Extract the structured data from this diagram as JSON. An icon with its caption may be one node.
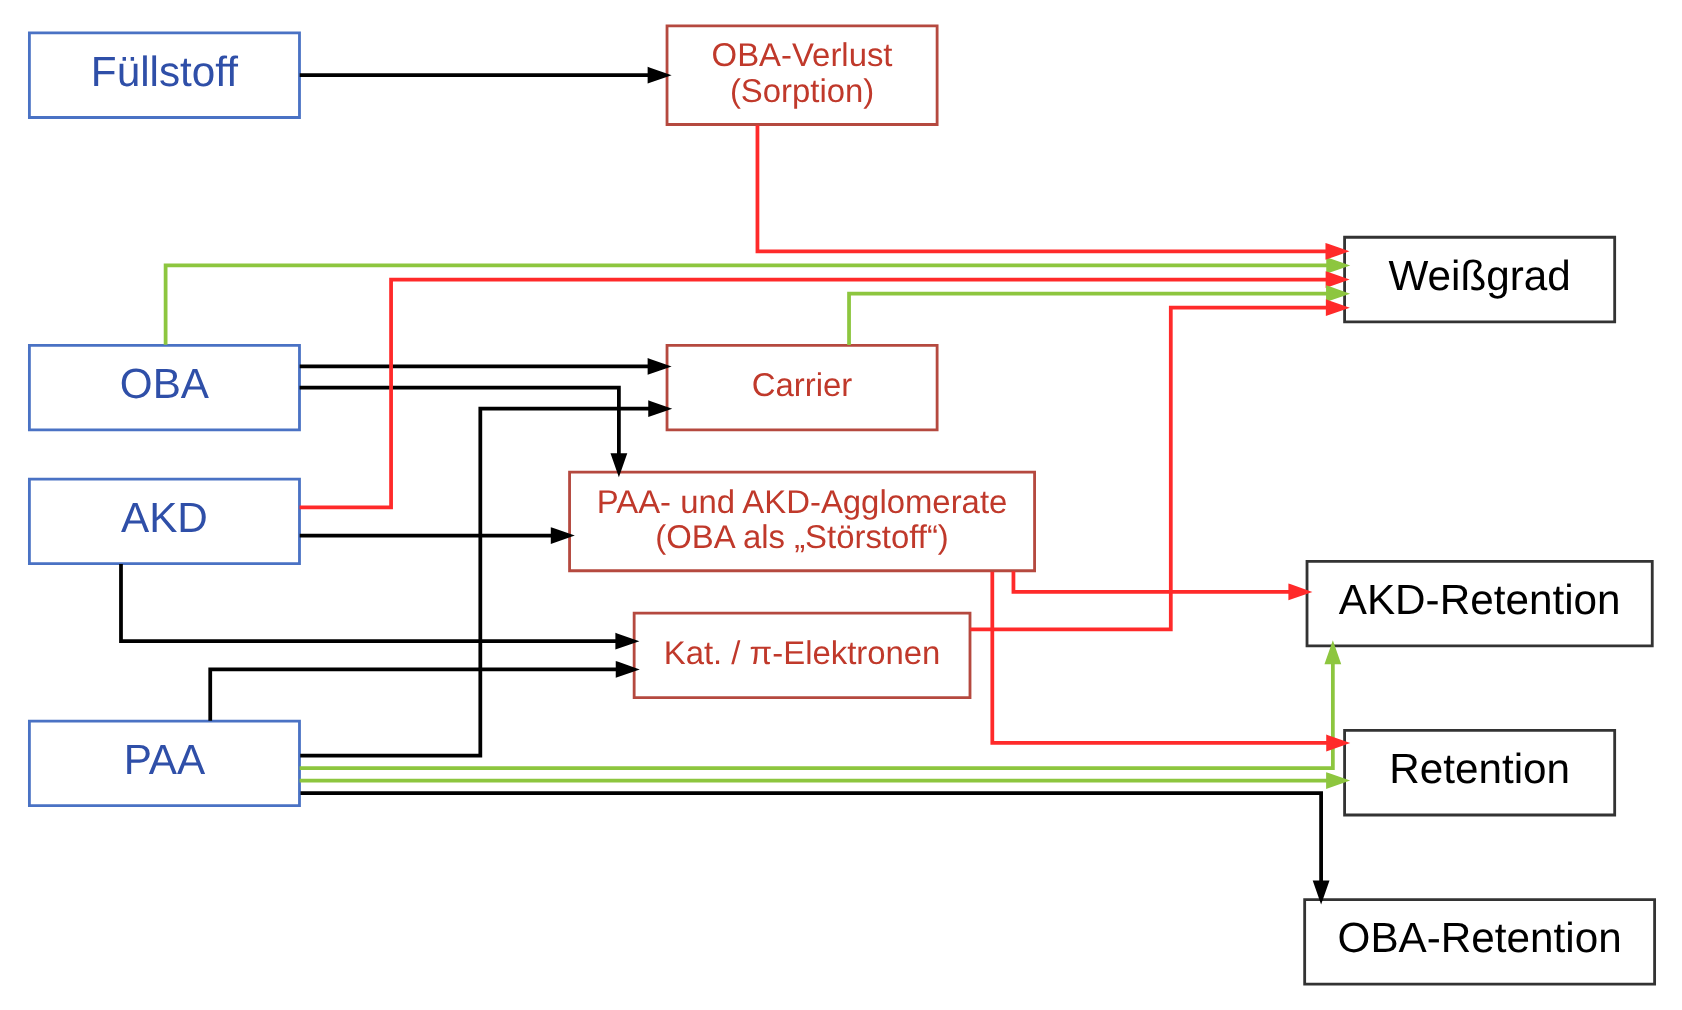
{
  "diagram": {
    "nodes": [
      {
        "text": [
          "Füllstoff"
        ]
      },
      {
        "text": [
          "OBA"
        ]
      },
      {
        "text": [
          "PAA"
        ]
      },
      {
        "text": [
          "AKD"
        ]
      },
      {
        "text": [
          "Carrier"
        ]
      },
      {
        "text": [
          "Kat. / π-Elektronen"
        ]
      },
      {
        "text": [
          "OBA-Verlust (Sorption)"
        ]
      },
      {
        "text": [
          "PAA- und AKD-Agglomerate (OBA als „Störstoff“)"
        ]
      },
      {
        "text": [
          "Weißgrad"
        ]
      },
      {
        "text": [
          "AKD-Retention"
        ]
      },
      {
        "text": [
          "Retention"
        ]
      },
      {
        "text": [
          "OBA-Retention"
        ]
      }
    ],
    "edges": [
      {
        "from": 1,
        "to": 4,
        "arrow": "to"
      },
      {
        "from": 2,
        "to": 4,
        "arrow": "to"
      },
      {
        "from": 0,
        "to": 6,
        "arrow": "to"
      },
      {
        "from": 2,
        "to": 5,
        "arrow": "to"
      },
      {
        "from": 3,
        "to": 5,
        "arrow": "to"
      },
      {
        "from": 1,
        "to": 7,
        "arrow": "to"
      },
      {
        "from": 3,
        "to": 7,
        "arrow": "to"
      },
      {
        "from": 2,
        "to": 11,
        "arrow": "to"
      },
      {
        "from": 4,
        "to": 8,
        "arrow": "to",
        "color": "#8dc63f"
      },
      {
        "from": 1,
        "to": 8,
        "arrow": "to",
        "color": "#8dc63f"
      },
      {
        "from": 2,
        "to": 9,
        "arrow": "to",
        "color": "#8dc63f"
      },
      {
        "from": 2,
        "to": 10,
        "arrow": "to",
        "color": "#8dc63f"
      },
      {
        "from": 5,
        "to": 8,
        "arrow": "to",
        "color": "#ff2a2a"
      },
      {
        "from": 6,
        "to": 8,
        "arrow": "to",
        "color": "#ff2a2a"
      },
      {
        "from": 3,
        "to": 8,
        "arrow": "to",
        "color": "#ff2a2a"
      },
      {
        "from": 7,
        "to": 9,
        "arrow": "to",
        "color": "#ff2a2a"
      },
      {
        "from": 7,
        "to": 10,
        "arrow": "to",
        "color": "#ff2a2a"
      }
    ]
  }
}
